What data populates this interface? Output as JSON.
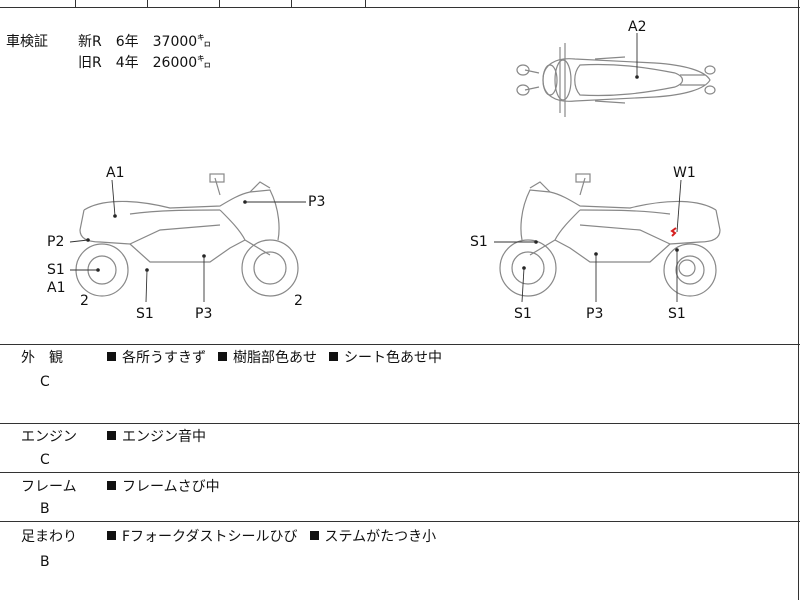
{
  "inspection": {
    "label": "車検証",
    "new_line": "新R　6年　37000㌔",
    "old_line": "旧R　4年　26000㌔"
  },
  "diagram_labels": {
    "top": [
      "A2"
    ],
    "left": [
      "A1",
      "P3",
      "P2",
      "S1",
      "A1",
      "2",
      "S1",
      "P3",
      "2"
    ],
    "right": [
      "W1",
      "S1",
      "S1",
      "P3",
      "S1"
    ]
  },
  "sections": [
    {
      "title": "外　観",
      "grade": "C",
      "items": [
        "各所うすきず",
        "樹脂部色あせ",
        "シート色あせ中"
      ]
    },
    {
      "title": "エンジン",
      "grade": "C",
      "items": [
        "エンジン音中"
      ]
    },
    {
      "title": "フレーム",
      "grade": "B",
      "items": [
        "フレームさび中"
      ]
    },
    {
      "title": "足まわり",
      "grade": "B",
      "items": [
        "Fフォークダストシールひび",
        "ステムがたつき小"
      ]
    }
  ],
  "colors": {
    "line": "#333333",
    "bike": "#888888",
    "mark": "#d62020"
  }
}
